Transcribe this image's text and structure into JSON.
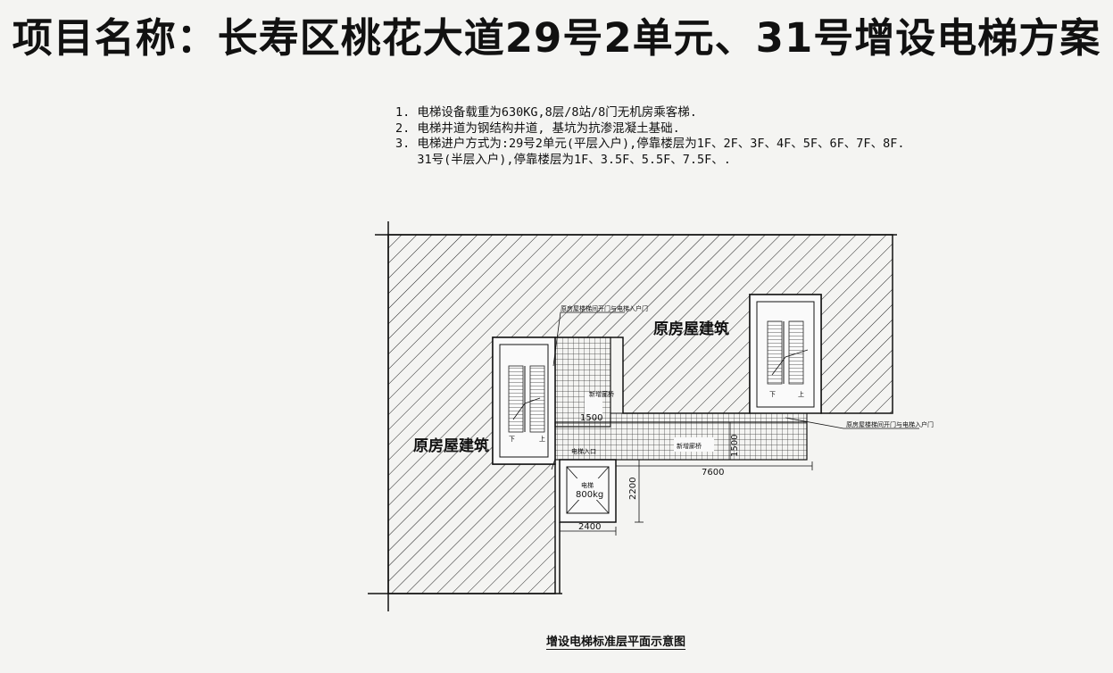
{
  "title": "项目名称：长寿区桃花大道29号2单元、31号增设电梯方案",
  "notes": [
    "1. 电梯设备载重为630KG,8层/8站/8门无机房乘客梯.",
    "2. 电梯井道为钢结构井道, 基坑为抗渗混凝土基础.",
    "3. 电梯进户方式为:29号2单元(平层入户),停靠楼层为1F、2F、3F、4F、5F、6F、7F、8F.",
    "   31号(半层入户),停靠楼层为1F、3.5F、5.5F、7.5F、."
  ],
  "plan": {
    "caption": "增设电梯标准层平面示意图",
    "existing_building_label": "原房屋建筑",
    "new_corridor_label": "新增廊桥",
    "corridor_label_vertical": "新增廊桥",
    "elevator_label": "电梯",
    "elevator_capacity": "800kg",
    "elevator_entry_label": "电梯入口",
    "door_note_left": "原房屋楼梯间开门与电梯入户门",
    "door_note_right": "原房屋楼梯间开门与电梯入户门",
    "stair_down": "下",
    "stair_up": "上",
    "dimensions": {
      "corridor_vertical_width": "1500",
      "corridor_horizontal_width": "1500",
      "corridor_length": "7600",
      "elevator_depth": "2200",
      "elevator_width": "2400"
    }
  }
}
